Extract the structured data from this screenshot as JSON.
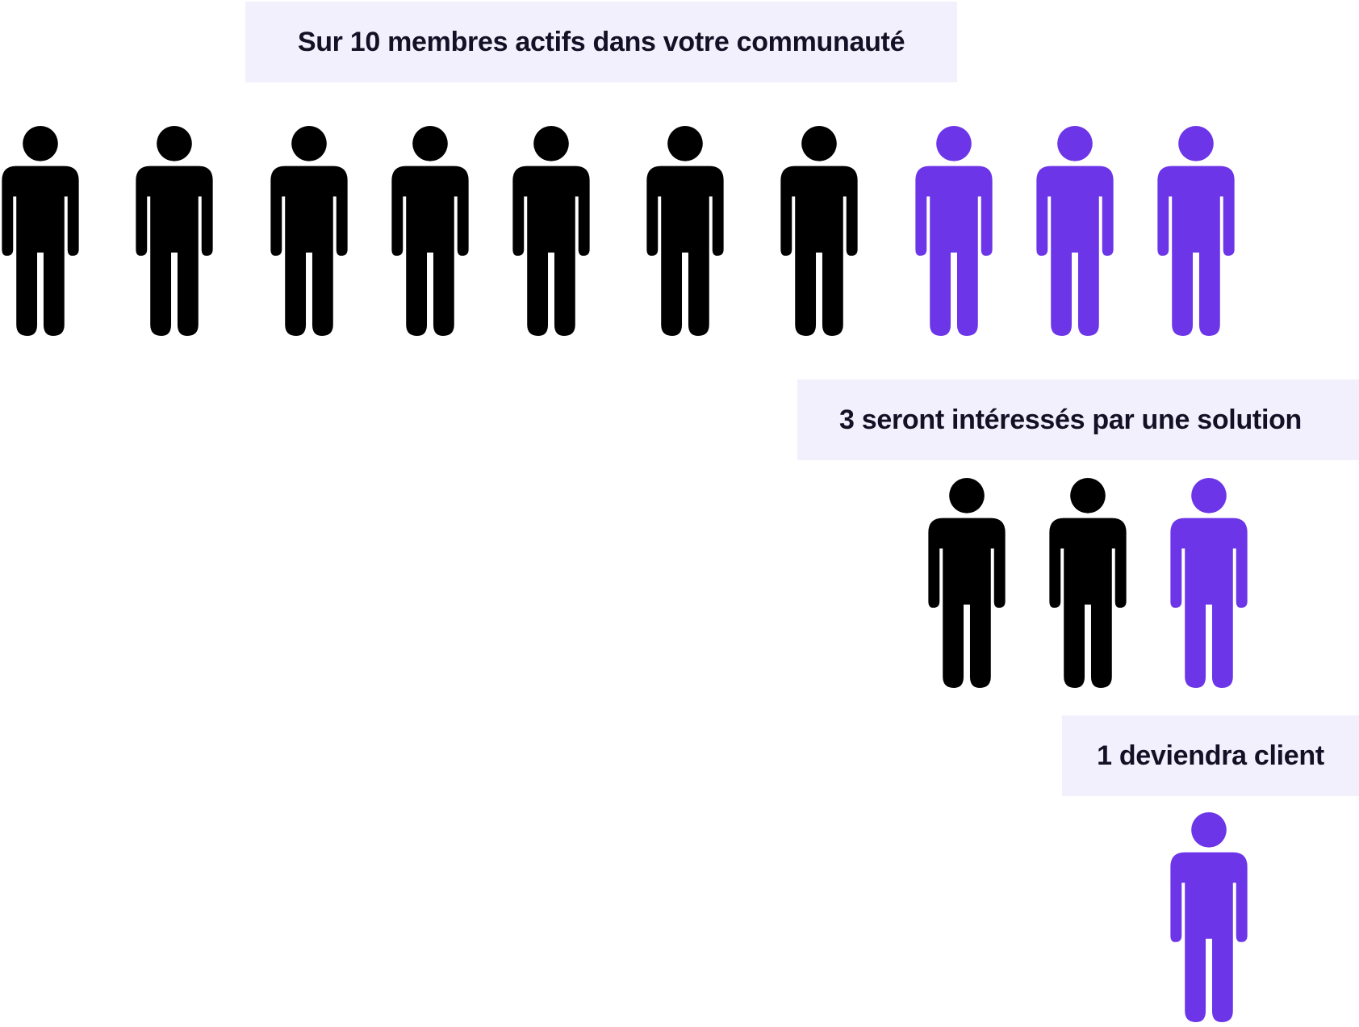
{
  "colors": {
    "label_bg": "#f3f0fd",
    "label_text": "#141126",
    "inactive": "#000000",
    "highlight": "#6c35e8"
  },
  "icons": {
    "person": "person-icon"
  },
  "stages": [
    {
      "label": "Sur 10 membres actifs dans votre communauté",
      "count": 10,
      "highlighted": 3
    },
    {
      "label": "3 seront intéressés par une solution",
      "count": 3,
      "highlighted": 1
    },
    {
      "label": "1 deviendra client",
      "count": 1,
      "highlighted": 1
    }
  ]
}
